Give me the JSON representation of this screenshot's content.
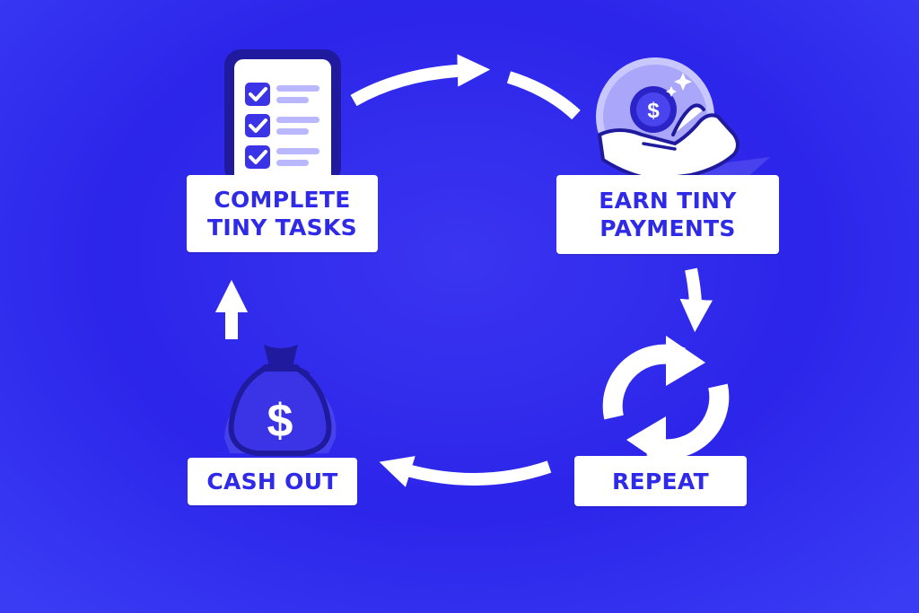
{
  "steps": {
    "complete_tasks": {
      "line1": "COMPLETE",
      "line2": "TINY TASKS"
    },
    "earn_payments": {
      "line1": "EARN TINY",
      "line2": "PAYMENTS"
    },
    "cash_out": {
      "label": "CASH OUT"
    },
    "repeat": {
      "label": "REPEAT"
    }
  },
  "icons": {
    "complete_tasks": "smartphone-checklist-icon",
    "earn_payments": "hand-holding-coin-icon",
    "cash_out": "money-bag-icon",
    "repeat": "refresh-cycle-icon"
  },
  "currency_symbol": "$",
  "colors": {
    "background": "#2c25ea",
    "label_text": "#2f2ae8",
    "label_box": "#ffffff",
    "icon_light": "#b9b7ff",
    "icon_mid": "#5a55f0",
    "icon_dark": "#1f1a9e"
  }
}
